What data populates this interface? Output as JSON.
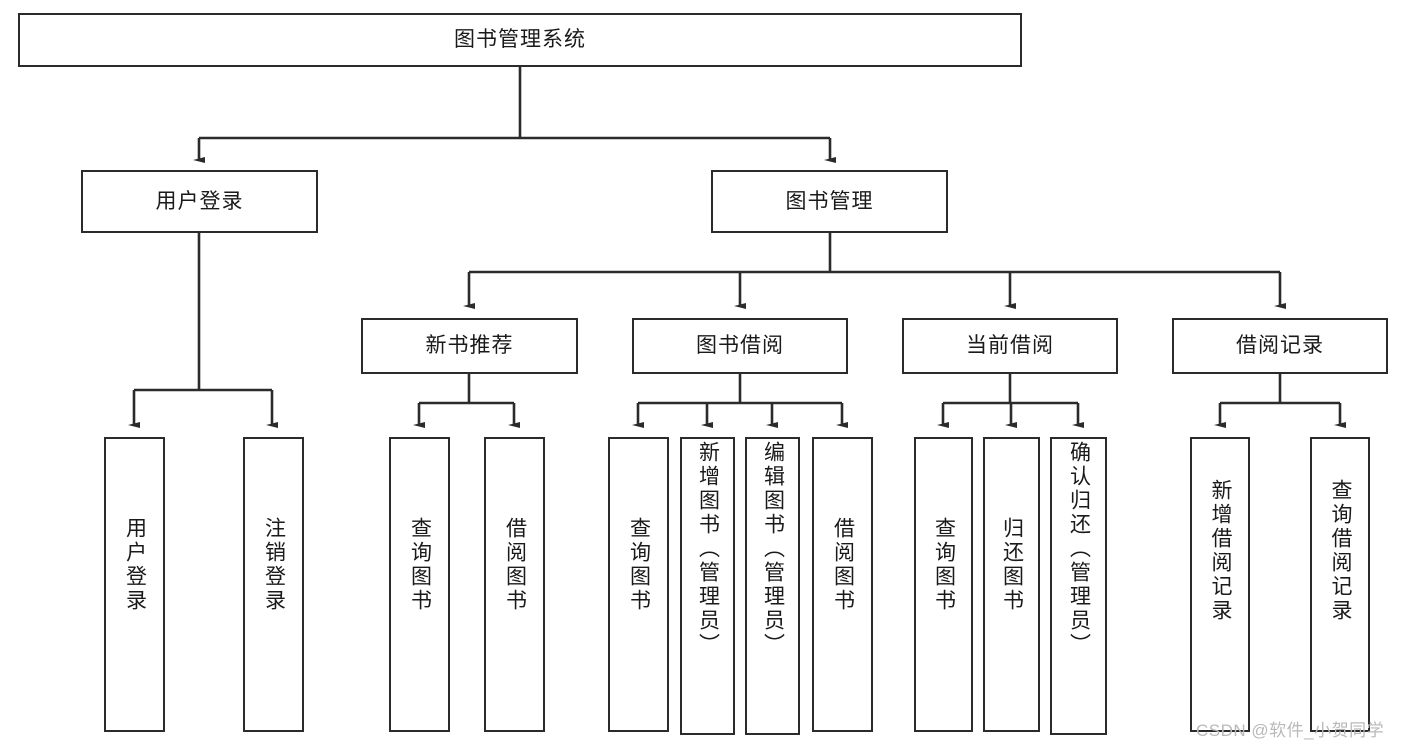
{
  "diagram": {
    "type": "tree-hierarchy",
    "title": "图书管理系统",
    "watermark": "CSDN @软件_小贺同学",
    "colors": {
      "box_border": "#2b2b2b",
      "box_fill": "#ffffff",
      "connector": "#2b2b2b",
      "text": "#1a1a1a",
      "watermark": "#b9b9b9"
    },
    "levels": {
      "root": {
        "label": "图书管理系统"
      },
      "level2": [
        {
          "label": "用户登录"
        },
        {
          "label": "图书管理"
        }
      ],
      "level3": [
        {
          "label": "新书推荐"
        },
        {
          "label": "图书借阅"
        },
        {
          "label": "当前借阅"
        },
        {
          "label": "借阅记录"
        }
      ],
      "leaves": {
        "user_login": [
          {
            "label": "用户登录"
          },
          {
            "label": "注销登录"
          }
        ],
        "new_book_recommend": [
          {
            "label": "查询图书"
          },
          {
            "label": "借阅图书"
          }
        ],
        "book_borrow": [
          {
            "label": "查询图书"
          },
          {
            "label": "新增图书（管理员）"
          },
          {
            "label": "编辑图书（管理员）"
          },
          {
            "label": "借阅图书"
          }
        ],
        "current_borrow": [
          {
            "label": "查询图书"
          },
          {
            "label": "归还图书"
          },
          {
            "label": "确认归还（管理员）"
          }
        ],
        "borrow_record": [
          {
            "label": "新增借阅记录"
          },
          {
            "label": "查询借阅记录"
          }
        ]
      }
    }
  }
}
